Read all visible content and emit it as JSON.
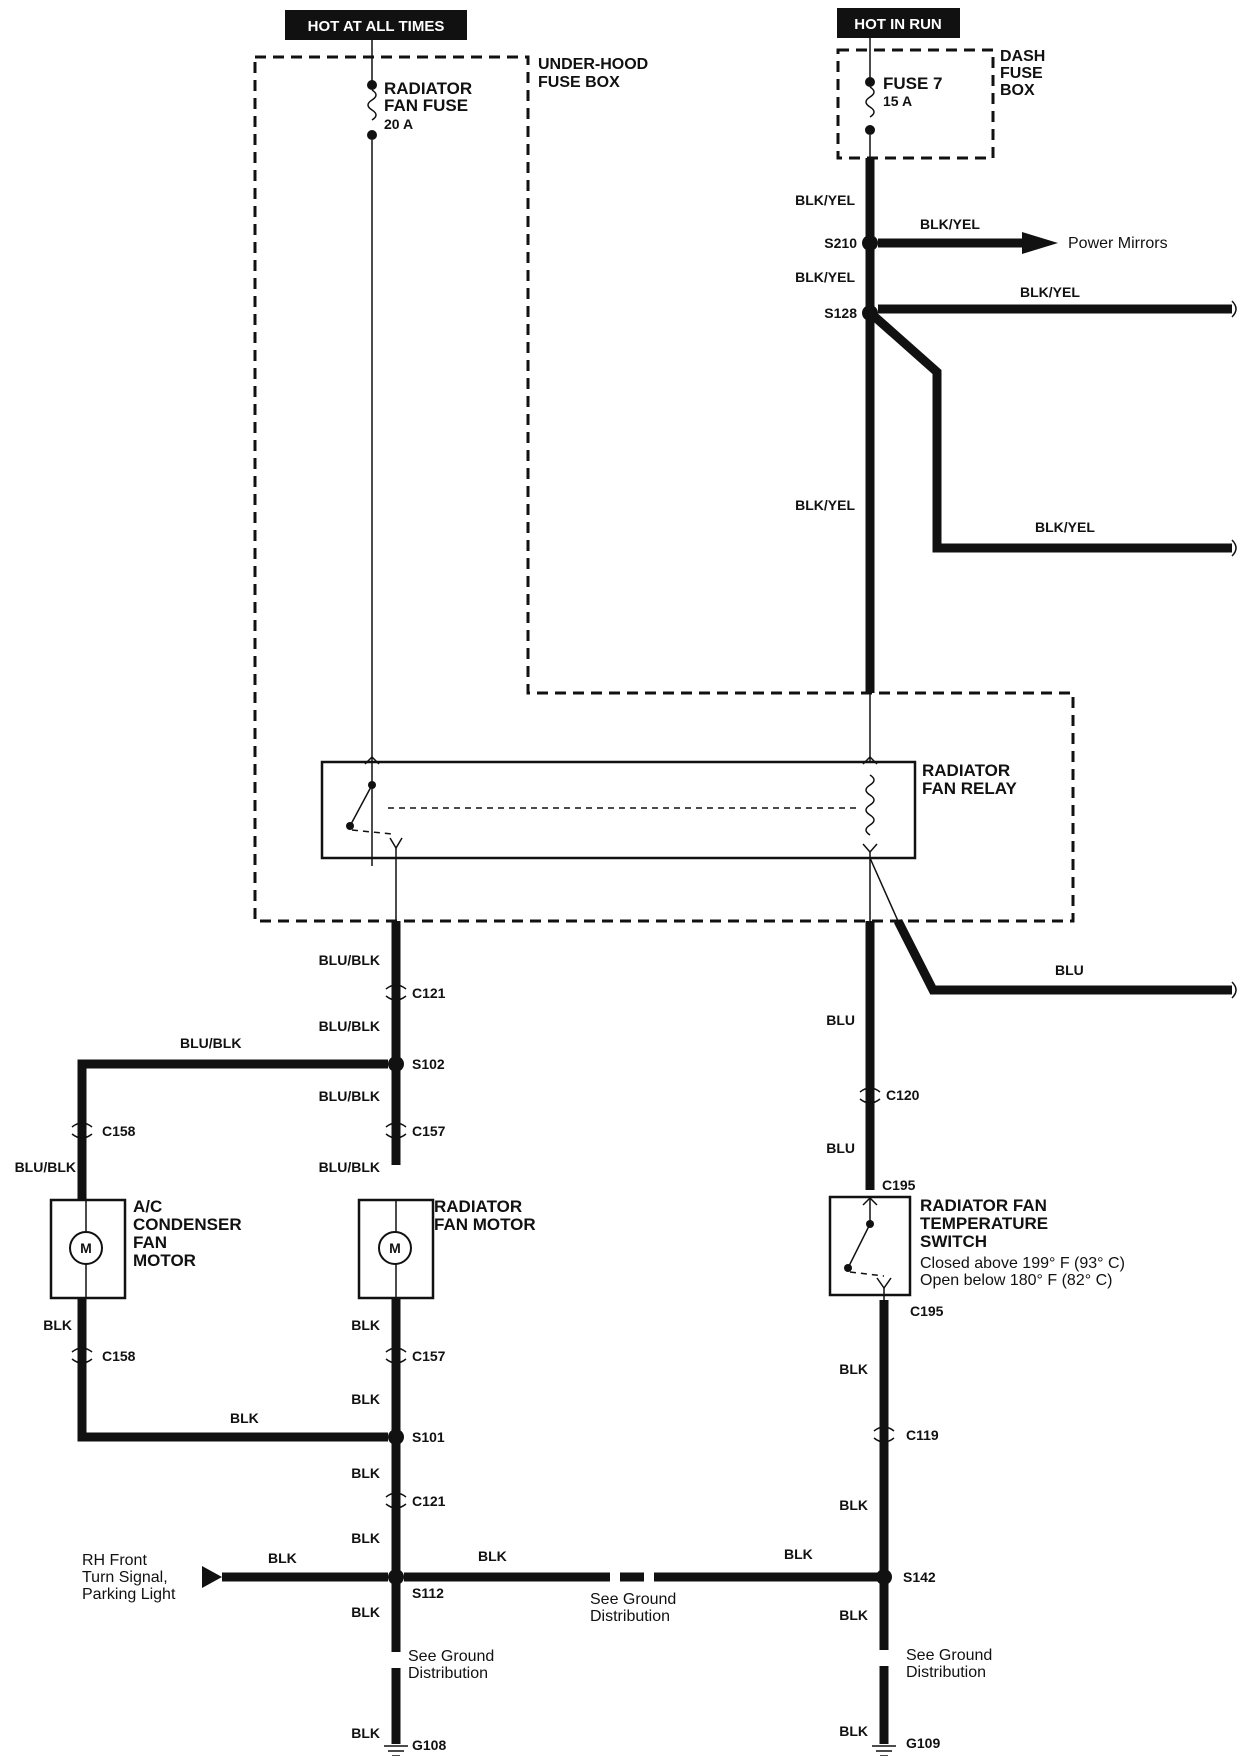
{
  "headers": {
    "hot_all_times": "HOT AT ALL TIMES",
    "hot_in_run": "HOT IN RUN"
  },
  "boxes": {
    "under_hood_1": "UNDER-HOOD",
    "under_hood_2": "FUSE BOX",
    "dash_1": "DASH",
    "dash_2": "FUSE",
    "dash_3": "BOX"
  },
  "fuses": {
    "radiator_fan_fuse_1": "RADIATOR",
    "radiator_fan_fuse_2": "FAN FUSE",
    "radiator_fan_fuse_rating": "20 A",
    "fuse7_name": "FUSE 7",
    "fuse7_rating": "15 A"
  },
  "components": {
    "relay_1": "RADIATOR",
    "relay_2": "FAN RELAY",
    "ac_motor_1": "A/C",
    "ac_motor_2": "CONDENSER",
    "ac_motor_3": "FAN",
    "ac_motor_4": "MOTOR",
    "rad_motor_1": "RADIATOR",
    "rad_motor_2": "FAN MOTOR",
    "motor_symbol": "M",
    "temp_switch_1": "RADIATOR FAN",
    "temp_switch_2": "TEMPERATURE",
    "temp_switch_3": "SWITCH",
    "temp_switch_note_1": "Closed above 199° F (93° C)",
    "temp_switch_note_2": "Open below 180° F (82° C)"
  },
  "wire_colors": {
    "blk_yel": "BLK/YEL",
    "blu_blk": "BLU/BLK",
    "blu": "BLU",
    "blk": "BLK"
  },
  "connectors": {
    "s210": "S210",
    "s128": "S128",
    "c121": "C121",
    "s102": "S102",
    "c158": "C158",
    "c157": "C157",
    "s101": "S101",
    "s112": "S112",
    "g108": "G108",
    "c120": "C120",
    "c195": "C195",
    "c119": "C119",
    "s142": "S142",
    "g109": "G109"
  },
  "destinations": {
    "power_mirrors": "Power Mirrors",
    "rh_front_1": "RH Front",
    "rh_front_2": "Turn Signal,",
    "rh_front_3": "Parking Light",
    "see_ground_1": "See Ground",
    "see_ground_2": "Distribution"
  }
}
